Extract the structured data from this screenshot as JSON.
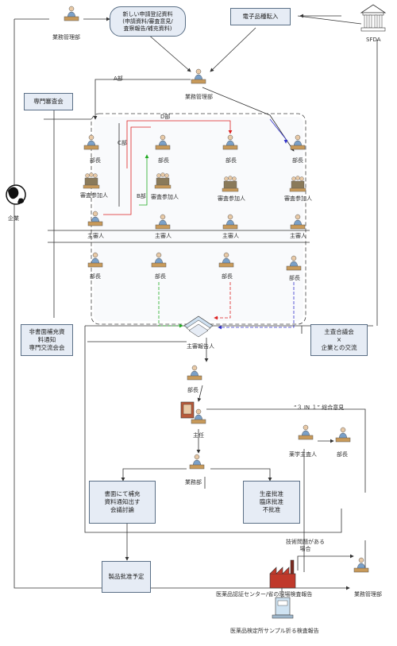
{
  "top": {
    "dept_label": "業務管理部",
    "new_app_lines": [
      "新しい申請登記資料",
      "(申請資料/審査意見/",
      "査察報告/補充資料)"
    ],
    "ecom_label": "電子品種転入",
    "sfda_label": "SFDA",
    "mgmt_mid_label": "業務管理部"
  },
  "left": {
    "expert_label": "専門審査会",
    "company_label": "企業",
    "notice_lines": [
      "非書面補充資",
      "料通知"
    ],
    "expert_exchange": "専門交流会会"
  },
  "teams": {
    "a": "A部",
    "b": "B部",
    "c": "C部",
    "d": "D部",
    "head": "部長",
    "participants": [
      "審査参加人",
      "審査参加人",
      "審査参加人",
      "審査参加人"
    ],
    "reviewer": "主審人"
  },
  "center": {
    "chief_report": "主審報告人",
    "head": "部長",
    "director": "主任",
    "council_lines": [
      "主査合議会",
      "×",
      "企業との交流"
    ],
    "three_in_one": "“３ IN １” 総合意見",
    "pharm_lead": "薬学主査人",
    "pharm_head": "部長"
  },
  "bottom": {
    "business_dept": "業務部",
    "written_lines": [
      "書面にて補充",
      "資料通知出す",
      "会議討論"
    ],
    "decision_lines": [
      "生産批准",
      "臨床批准",
      "不批准"
    ],
    "tech_lines": [
      "技術問題がある",
      "場合"
    ],
    "schedule": "製品批准予定",
    "cert_center": "医薬品認証センター/省の現場検査報告",
    "mgmt_right": "業務管理部",
    "inspect": "医薬品検定所サンプル折る検査報告"
  }
}
